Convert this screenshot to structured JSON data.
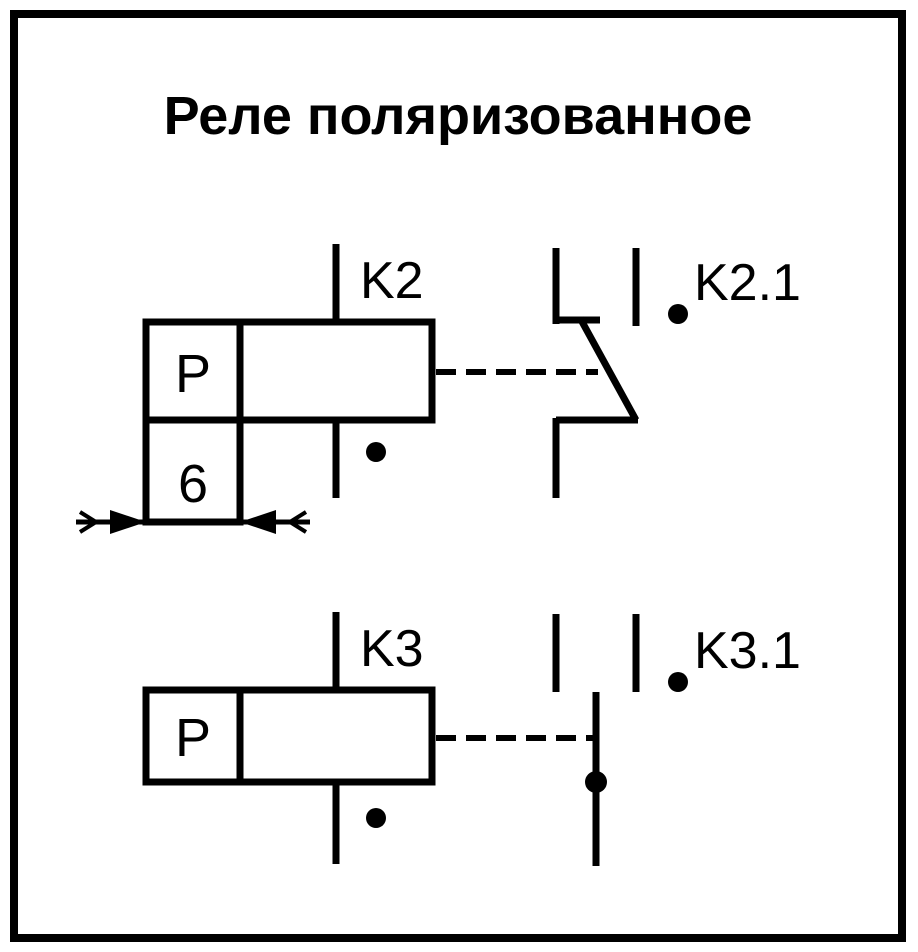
{
  "title": "Реле поляризованное",
  "relay_1": {
    "coil_label": "K2",
    "polarity_letter": "P",
    "sub_cell_value": "6",
    "contact_label": "K2.1"
  },
  "relay_2": {
    "coil_label": "K3",
    "polarity_letter": "P",
    "contact_label": "K3.1"
  },
  "colors": {
    "line": "#000000",
    "background": "#ffffff"
  }
}
